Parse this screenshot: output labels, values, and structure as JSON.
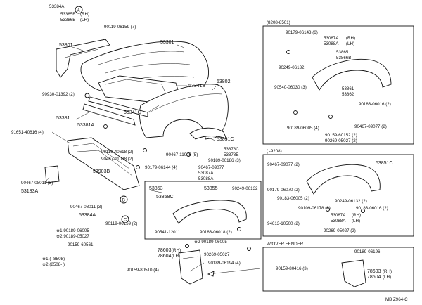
{
  "callouts": {
    "c53384A": "53384A",
    "c53385B": "53385B",
    "c53386B": "53386B",
    "c_rh": "(RH)",
    "c_lh": "(LH)",
    "c90119_06159_7": "90119-06159 (7)",
    "c53801": "53801",
    "c53301": "53301",
    "c53341B": "53341B",
    "c53802": "53802",
    "c90930_01392_2": "90930-01392 (2)",
    "c53341C": "53341C",
    "c53381": "53381",
    "c53381A": "53381A",
    "c91651_40616_4": "91651-40616 (4)",
    "c53851C": "53851C",
    "c90119_40618_2": "90119-40618 (2)",
    "c90467_11038_2": "90467-11038 (2)",
    "c90467_11026_5": "90467-11026 (5)",
    "c53878C": "53878C",
    "c53878E": "53878E",
    "c90189_06186_3": "90189-06186 (3)",
    "c53903B": "53903B",
    "c90179_06144_4": "90179-06144 (4)",
    "c90467_09077": "90467-09077",
    "c53087A": "53087A",
    "c53088A": "53088A",
    "c90467_08011_3": "90467-08011 (3)",
    "c53183A": "53183A",
    "c53853": "53853",
    "c53855": "53855",
    "c90249_06132": "90249-06132",
    "c53858C": "53858C",
    "c90467_08011_3b": "90467-08011 (3)",
    "c53384A_b": "53384A",
    "c90119_06159_2": "90119-06159 (2)",
    "c90541_12011": "90541-12011",
    "c90183_06018_2": "90183-06018 (2)",
    "c90189_06005_1": "※1 90189-06005",
    "c90189_05027_2": "※2 90189-05027",
    "c90159_60561": "90159-60561",
    "c90189_06005_2": "※2 90189-06005",
    "c90269_05027": "90269-05027",
    "c78603": "78603",
    "c78604": "78604",
    "c90159_80510_4": "90159-80510 (4)",
    "c90189_06194_4": "90189-06194 (4)",
    "c_letter_a": "A",
    "c_letter_b": "B",
    "c_letter_c": "C"
  },
  "footnotes": {
    "n1": "※1 (      -8508)",
    "n2": "※2 (8508-      )"
  },
  "box1": {
    "title": "(8208-8501)",
    "labels": [
      "90179-06143 (6)",
      "53087A",
      "53088A",
      "53865",
      "53866B",
      "90249-06132",
      "90540-06030 (3)",
      "53861",
      "53862",
      "90183-06016 (2)",
      "90189-06005 (4)",
      "90159-60152 (2)",
      "90269-05027 (2)",
      "90467-09077 (2)"
    ],
    "rh": "(RH)",
    "lh": "(LH)"
  },
  "box2": {
    "title": "(      -9208)",
    "labels": [
      "90467-09077 (2)",
      "53851C",
      "90179-06070 (2)",
      "90183-06005 (2)",
      "90109-06178 (2)",
      "90249-06132 (2)",
      "90183-06016 (2)",
      "94613-10500 (2)",
      "53087A",
      "53088A",
      "90269-05027 (2)"
    ],
    "rh": "(RH)",
    "lh": "(LH)"
  },
  "box3": {
    "title": "W/OVER FENDER",
    "labels": [
      "90189-06196",
      "90159-80416 (3)",
      "78603",
      "78604"
    ],
    "rh": "(RH)",
    "lh": "(LH)"
  },
  "page_code": "MB Z964-C"
}
